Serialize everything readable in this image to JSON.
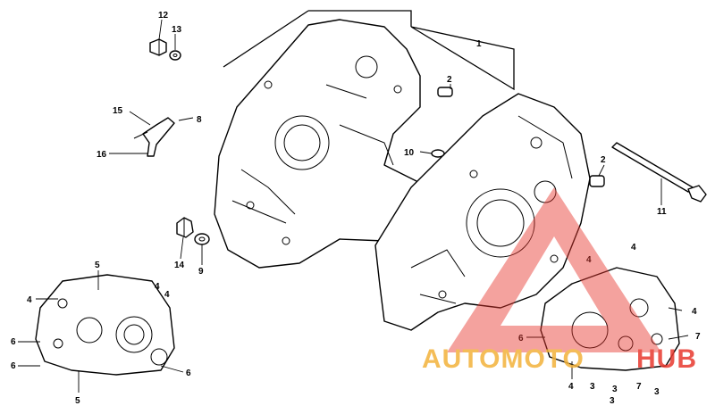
{
  "diagram": {
    "callouts": [
      "12",
      "13",
      "1",
      "15",
      "8",
      "16",
      "2",
      "10",
      "2",
      "11",
      "14",
      "9",
      "5",
      "4",
      "4",
      "4",
      "6",
      "6",
      "6",
      "5",
      "4",
      "4",
      "4",
      "7",
      "6",
      "4",
      "3",
      "3",
      "3",
      "7",
      "3"
    ]
  },
  "watermark": {
    "brand_part1": "AUTOMOTO",
    "brand_part2": "HUB",
    "color_primary": "#e8392f",
    "color_secondary": "#f3b23a"
  }
}
